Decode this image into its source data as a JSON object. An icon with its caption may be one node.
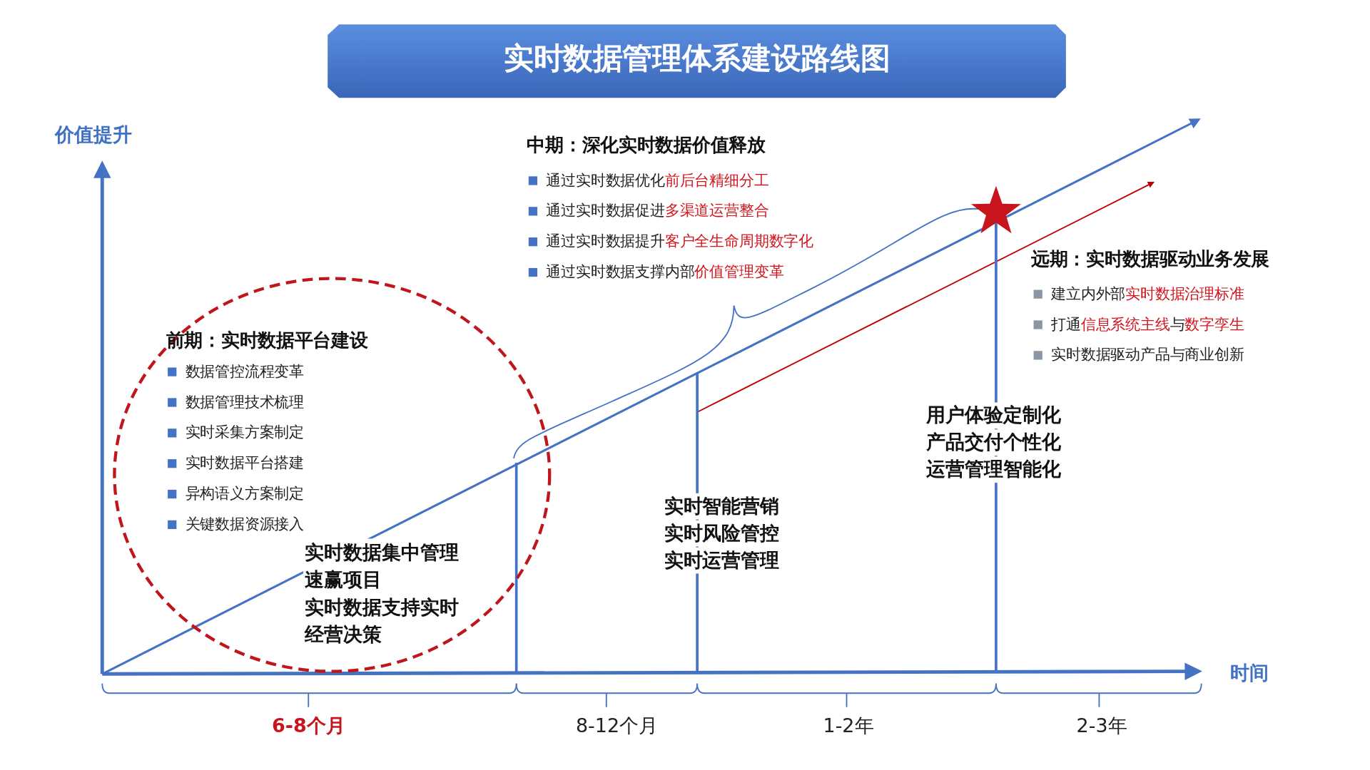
{
  "diagram": {
    "title": "实时数据管理体系建设路线图",
    "nodes": [
      {
        "text": [
          "前期：实时数据平台建设",
          "数据管控流程变革",
          "数据管理技术梳理",
          "实时采集方案制定",
          "实时数据平台搭建",
          "异构语义方案制定",
          "关键数据资源接入"
        ]
      }
    ],
    "labels": [
      "价值提升",
      "中期：深化实时数据价值释放",
      "通过实时数据优化**前后台精细分工**",
      "通过实时数据促进**多渠道运营整合**",
      "通过实时数据提升**客户全生命周期数字化**",
      "通过实时数据支撑内部**价值管理变革**",
      "远期：实时数据驱动业务发展",
      "建立内外部**实时数据治理标准**",
      "打通**信息系统主线**与**数字孪生**",
      "实时数据驱动产品与商业创新",
      "用户体验定制化",
      "产品交付个性化",
      "运营管理智能化",
      "实时智能营销",
      "实时风险管控",
      "实时运营管理",
      "实时数据集中管理速赢项目",
      "实时数据支持实时经营决策",
      "时间",
      "6-8个月",
      "8-12个月",
      "1-2年",
      "2-3年"
    ]
  }
}
